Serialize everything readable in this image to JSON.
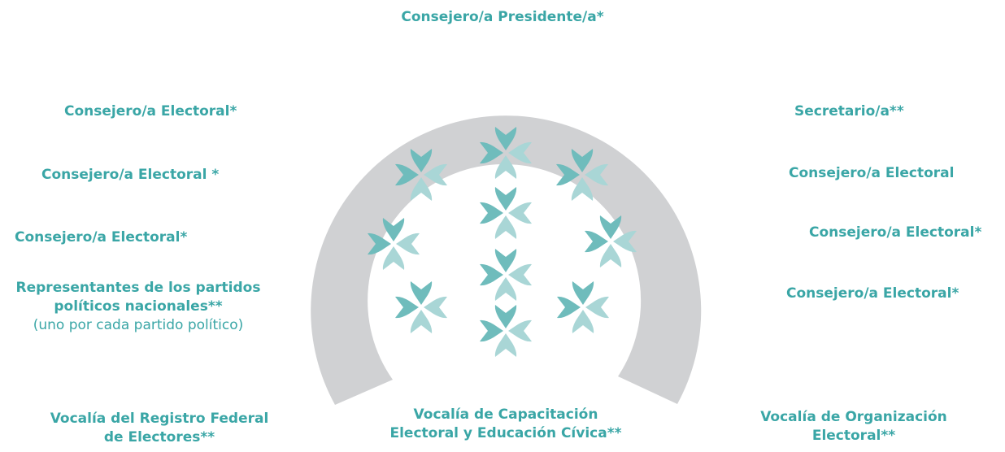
{
  "colors": {
    "label": "#3aa6a6",
    "arch": "#d0d1d3",
    "icon_dark": "#6fbcbc",
    "icon_light": "#a9d6d6"
  },
  "icon_names": [
    "horseshoe-arch",
    "flower-icon"
  ],
  "labels": {
    "presidente": "Consejero/a Presidente/a*",
    "consejero_left_1": "Consejero/a Electoral*",
    "consejero_left_2": "Consejero/a Electoral *",
    "consejero_left_3": "Consejero/a Electoral*",
    "representantes_line1": "Representantes de los partidos",
    "representantes_line2": "políticos nacionales**",
    "representantes_note": "(uno por cada partido político)",
    "vocalia_registro_line1": "Vocalía del Registro Federal",
    "vocalia_registro_line2": "de Electores**",
    "vocalia_capacitacion_line1": "Vocalía de Capacitación",
    "vocalia_capacitacion_line2": "Electoral  y Educación Cívica**",
    "vocalia_organizacion_line1": "Vocalía de Organización",
    "vocalia_organizacion_line2": "Electoral**",
    "secretario": "Secretario/a**",
    "consejero_right_1": "Consejero/a Electoral",
    "consejero_right_2": "Consejero/a Electoral*",
    "consejero_right_3": "Consejero/a Electoral*"
  }
}
